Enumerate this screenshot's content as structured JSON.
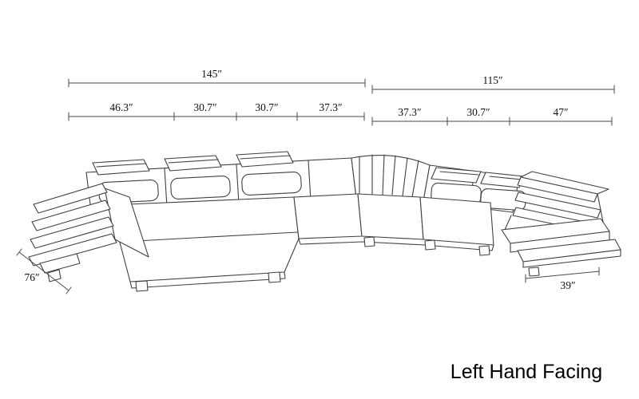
{
  "canvas": {
    "background": "#ffffff",
    "line_color": "#404040",
    "text_color": "#111111"
  },
  "dimensions": {
    "top_left_total": "145″",
    "top_right_total": "115″",
    "left_segments": [
      "46.3″",
      "30.7″",
      "30.7″",
      "37.3″"
    ],
    "right_segments": [
      "37.3″",
      "30.7″",
      "47″"
    ],
    "left_depth": "76″",
    "right_shelf_depth": "39″"
  },
  "footer": {
    "title": "Left Hand Facing"
  }
}
